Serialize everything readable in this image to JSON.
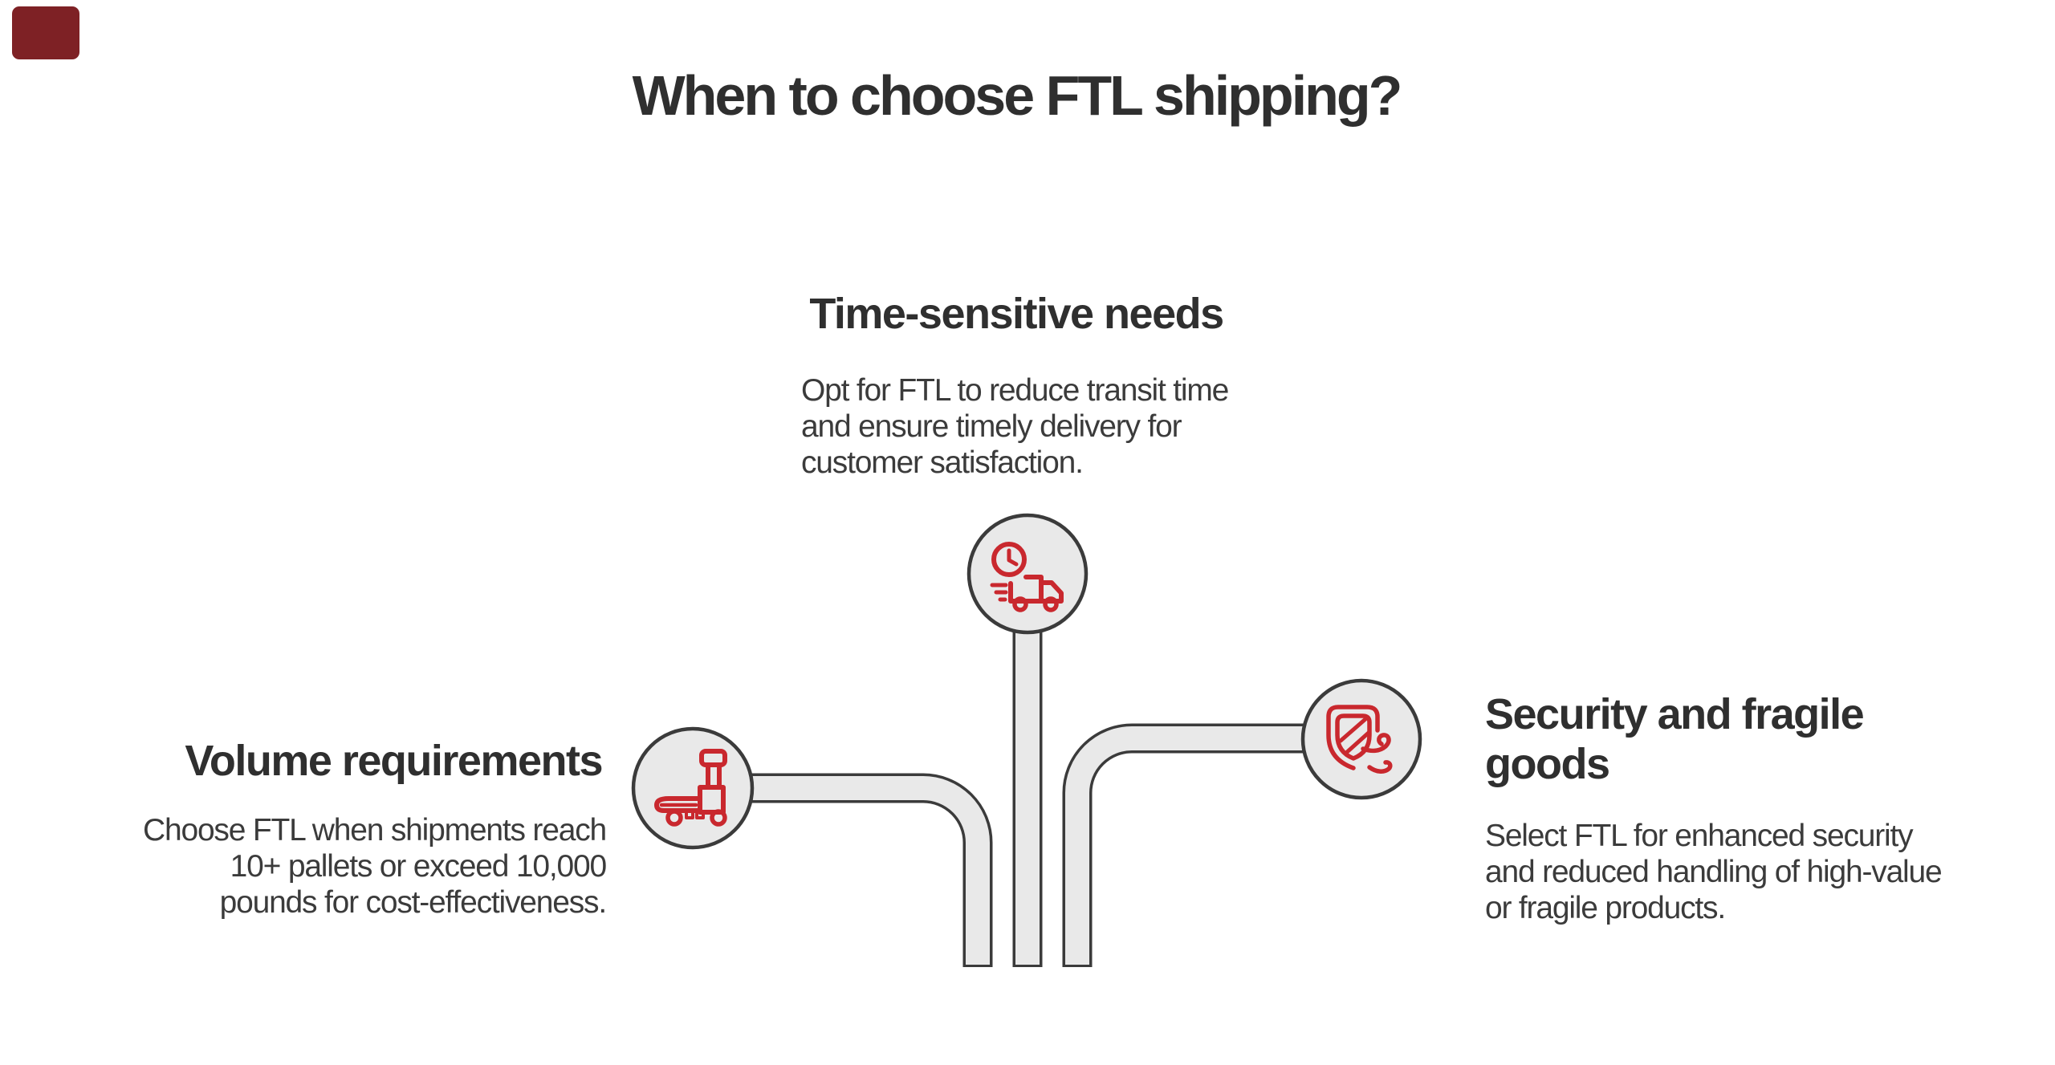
{
  "page": {
    "title": "When to choose FTL shipping?",
    "background": "#ffffff"
  },
  "brand_mark": {
    "color": "#7e2125"
  },
  "colors": {
    "accent_red": "#c9282e",
    "node_fill": "#e9e9e9",
    "outline_dark": "#3b3b3b",
    "heading_text": "#2f2f2f",
    "body_text": "#3b3b3b"
  },
  "nodes": [
    {
      "id": "time-sensitive",
      "icon": "delivery-truck-clock-icon",
      "heading": "Time-sensitive needs",
      "body_lines": [
        "Opt for FTL to reduce transit time",
        "and ensure timely delivery for",
        "customer satisfaction."
      ]
    },
    {
      "id": "volume",
      "icon": "pallet-jack-icon",
      "heading": "Volume requirements",
      "body_lines": [
        "Choose FTL when shipments reach",
        "10+ pallets or exceed 10,000",
        "pounds for cost-effectiveness."
      ]
    },
    {
      "id": "security",
      "icon": "shield-wind-icon",
      "heading_lines": [
        "Security and fragile",
        "goods"
      ],
      "body_lines": [
        "Select FTL for enhanced security",
        "and reduced handling of high-value",
        "or fragile products."
      ]
    }
  ]
}
